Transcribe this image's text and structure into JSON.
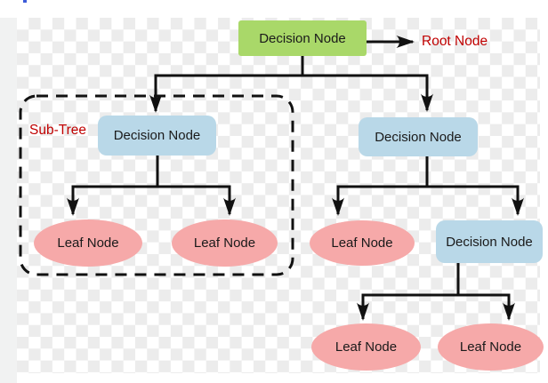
{
  "nodes": {
    "root": "Decision Node",
    "left_decision": "Decision Node",
    "right_decision": "Decision Node",
    "left_leaf_1": "Leaf Node",
    "left_leaf_2": "Leaf Node",
    "right_leaf": "Leaf Node",
    "right_sub_decision": "Decision Node",
    "bottom_leaf_1": "Leaf Node",
    "bottom_leaf_2": "Leaf Node"
  },
  "annotations": {
    "root_pointer": "Root Node",
    "subtree": "Sub-Tree"
  },
  "colors": {
    "root_fill": "#a9d869",
    "decision_fill": "#b9d8e8",
    "leaf_fill": "#f6a9a9",
    "annotation_text": "#c00000",
    "connector": "#111111",
    "checker_light": "#ffffff",
    "checker_dark": "#ececec"
  }
}
